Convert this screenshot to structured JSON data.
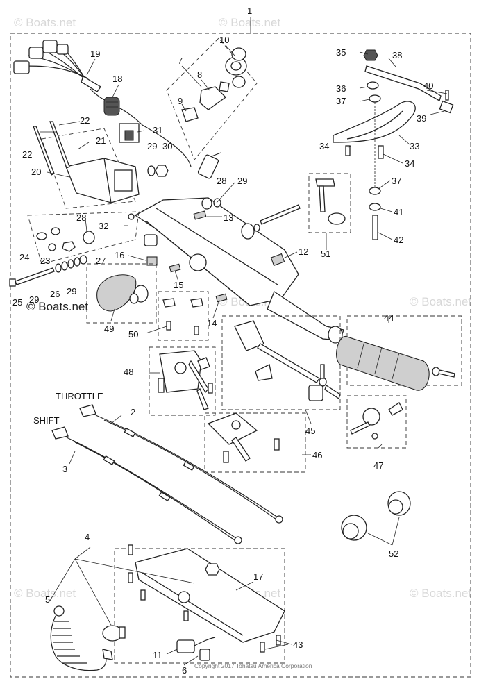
{
  "labels": [
    {
      "id": "1",
      "text": "1"
    },
    {
      "id": "2",
      "text": "2"
    },
    {
      "id": "3",
      "text": "3"
    },
    {
      "id": "4",
      "text": "4"
    },
    {
      "id": "5",
      "text": "5"
    },
    {
      "id": "6",
      "text": "6"
    },
    {
      "id": "7",
      "text": "7"
    },
    {
      "id": "8",
      "text": "8"
    },
    {
      "id": "9",
      "text": "9"
    },
    {
      "id": "10",
      "text": "10"
    },
    {
      "id": "11",
      "text": "11"
    },
    {
      "id": "12",
      "text": "12"
    },
    {
      "id": "13",
      "text": "13"
    },
    {
      "id": "14",
      "text": "14"
    },
    {
      "id": "15",
      "text": "15"
    },
    {
      "id": "16",
      "text": "16"
    },
    {
      "id": "17",
      "text": "17"
    },
    {
      "id": "18",
      "text": "18"
    },
    {
      "id": "19",
      "text": "19"
    },
    {
      "id": "20",
      "text": "20"
    },
    {
      "id": "21",
      "text": "21"
    },
    {
      "id": "22a",
      "text": "22"
    },
    {
      "id": "22b",
      "text": "22"
    },
    {
      "id": "23",
      "text": "23"
    },
    {
      "id": "24",
      "text": "24"
    },
    {
      "id": "25",
      "text": "25"
    },
    {
      "id": "26",
      "text": "26"
    },
    {
      "id": "27",
      "text": "27"
    },
    {
      "id": "28a",
      "text": "28"
    },
    {
      "id": "28b",
      "text": "28"
    },
    {
      "id": "29a",
      "text": "29"
    },
    {
      "id": "29b",
      "text": "29"
    },
    {
      "id": "29c",
      "text": "29"
    },
    {
      "id": "29d",
      "text": "29"
    },
    {
      "id": "30",
      "text": "30"
    },
    {
      "id": "31",
      "text": "31"
    },
    {
      "id": "32",
      "text": "32"
    },
    {
      "id": "33",
      "text": "33"
    },
    {
      "id": "34a",
      "text": "34"
    },
    {
      "id": "34b",
      "text": "34"
    },
    {
      "id": "35",
      "text": "35"
    },
    {
      "id": "36",
      "text": "36"
    },
    {
      "id": "37a",
      "text": "37"
    },
    {
      "id": "37b",
      "text": "37"
    },
    {
      "id": "38",
      "text": "38"
    },
    {
      "id": "39",
      "text": "39"
    },
    {
      "id": "40",
      "text": "40"
    },
    {
      "id": "41",
      "text": "41"
    },
    {
      "id": "42",
      "text": "42"
    },
    {
      "id": "43",
      "text": "43"
    },
    {
      "id": "44",
      "text": "44"
    },
    {
      "id": "45",
      "text": "45"
    },
    {
      "id": "46",
      "text": "46"
    },
    {
      "id": "47",
      "text": "47"
    },
    {
      "id": "48",
      "text": "48"
    },
    {
      "id": "49",
      "text": "49"
    },
    {
      "id": "50",
      "text": "50"
    },
    {
      "id": "51",
      "text": "51"
    },
    {
      "id": "52",
      "text": "52"
    }
  ],
  "words": {
    "throttle": "THROTTLE",
    "shift": "SHIFT"
  },
  "watermark": {
    "text": "© Boats.net",
    "strong_text": "© Boats.net"
  },
  "copyright": "Copyright 2017 Tohatsu America Corporation"
}
